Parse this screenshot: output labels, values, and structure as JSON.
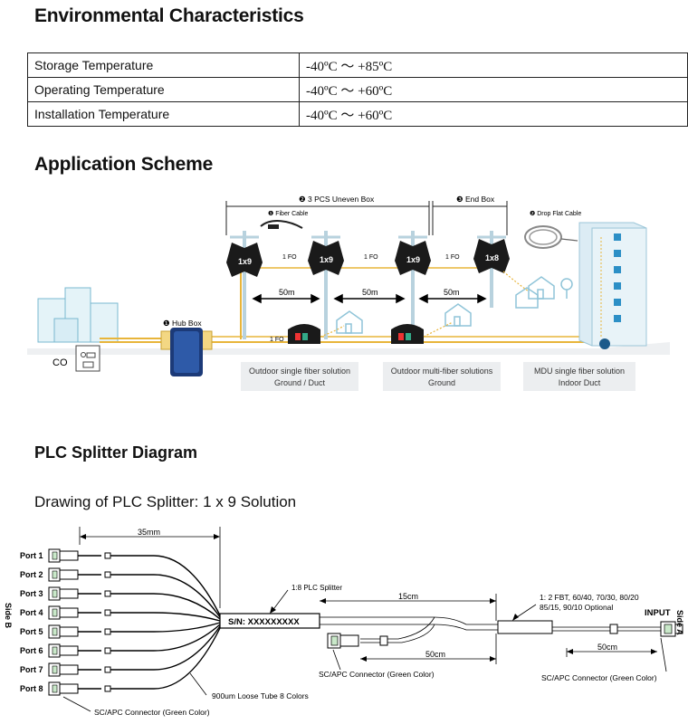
{
  "env": {
    "title": "Environmental Characteristics",
    "rows": [
      {
        "label": "Storage Temperature",
        "value": "-40ºC ～ +85ºC"
      },
      {
        "label": "Operating Temperature",
        "value": "-40ºC ～ +60ºC"
      },
      {
        "label": "Installation Temperature",
        "value": "-40ºC ～ +60ºC"
      }
    ]
  },
  "app": {
    "title": "Application Scheme",
    "uneven_box": "❷ 3 PCS Uneven Box",
    "end_box": "❸ End Box",
    "fiber_cable": "❶ Fiber Cable",
    "drop_cable": "❷ Drop Flat Cable",
    "hub_box": "❶ Hub Box",
    "co": "CO",
    "box_labels": [
      "1x9",
      "1x9",
      "1x9",
      "1x8"
    ],
    "fo": "1 FO",
    "dist": "50m",
    "sol1_line1": "Outdoor single fiber solution",
    "sol1_line2": "Ground / Duct",
    "sol2_line1": "Outdoor multi-fiber solutions",
    "sol2_line2": "Ground",
    "sol3_line1": "MDU single fiber solution",
    "sol3_line2": "Indoor Duct"
  },
  "plc": {
    "title": "PLC Splitter Diagram",
    "subtitle": "Drawing of PLC Splitter: 1 x 9 Solution",
    "dim_35": "35mm",
    "dim_15": "15cm",
    "dim_50a": "50cm",
    "dim_50b": "50cm",
    "splitter_label": "1:8 PLC Splitter",
    "sn": "S/N: XXXXXXXXX",
    "ratio_line1": "1: 2 FBT, 60/40, 70/30, 80/20",
    "ratio_line2": "85/15, 90/10 Optional",
    "input": "INPUT",
    "side_a": "Side A",
    "side_b": "Side B",
    "ports": [
      "Port 1",
      "Port 2",
      "Port 3",
      "Port 4",
      "Port 5",
      "Port 6",
      "Port 7",
      "Port 8"
    ],
    "conn_mid": "SC/APC Connector (Green Color)",
    "conn_right": "SC/APC Connector (Green Color)",
    "conn_bottom": "SC/APC Connector (Green Color)",
    "loose_tube": "900um Loose Tube 8 Colors"
  }
}
